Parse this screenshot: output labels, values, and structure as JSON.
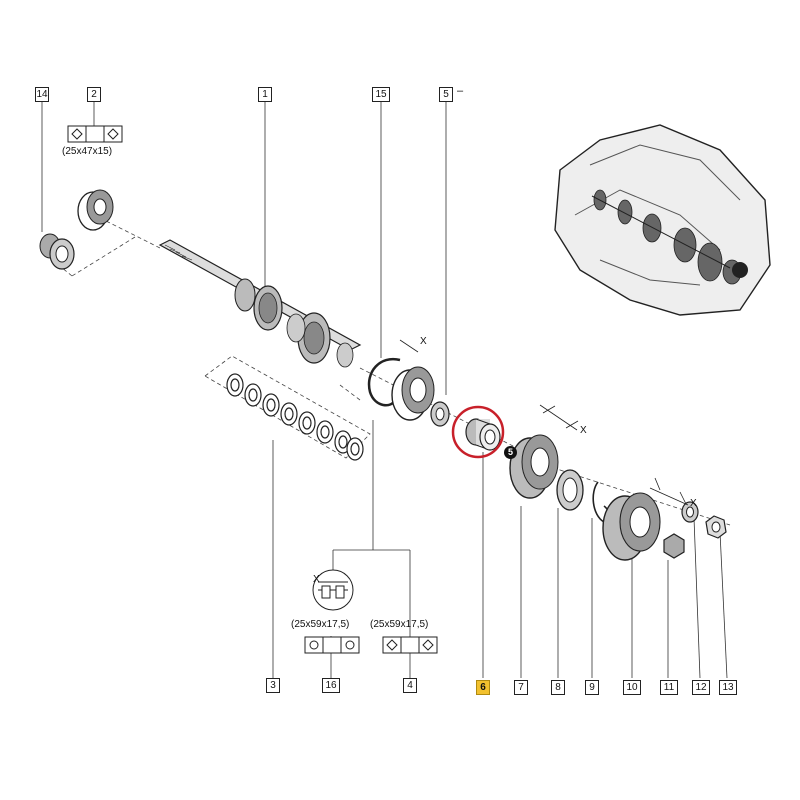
{
  "callouts": [
    {
      "id": "14",
      "label": "14"
    },
    {
      "id": "2",
      "label": "2"
    },
    {
      "id": "1",
      "label": "1"
    },
    {
      "id": "15",
      "label": "15"
    },
    {
      "id": "5",
      "label": "5"
    },
    {
      "id": "3",
      "label": "3"
    },
    {
      "id": "16",
      "label": "16"
    },
    {
      "id": "4",
      "label": "4"
    },
    {
      "id": "6",
      "label": "6"
    },
    {
      "id": "7",
      "label": "7"
    },
    {
      "id": "8",
      "label": "8"
    },
    {
      "id": "9",
      "label": "9"
    },
    {
      "id": "10",
      "label": "10"
    },
    {
      "id": "11",
      "label": "11"
    },
    {
      "id": "12",
      "label": "12"
    },
    {
      "id": "13",
      "label": "13"
    }
  ],
  "highlighted_part": "6",
  "part5_suffix": "–",
  "spacer_badge": "5",
  "dimensions": {
    "bearing_2": "(25x47x15)",
    "bearing_16": "(25x59x17,5)",
    "bearing_4": "(25x59x17,5)"
  },
  "x_label": "X",
  "colors": {
    "highlight_fill": "#f2c12e",
    "highlight_ring": "#c8202a",
    "line": "#222222"
  }
}
